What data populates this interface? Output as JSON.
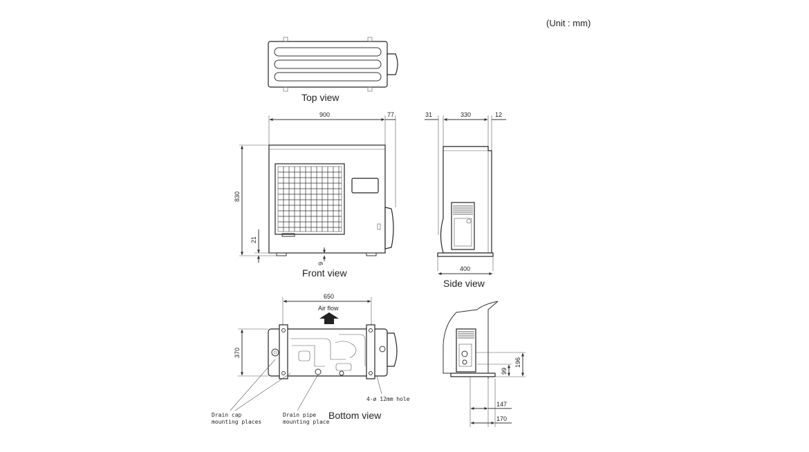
{
  "unit_label": "(Unit : mm)",
  "views": {
    "top": {
      "caption": "Top view"
    },
    "front": {
      "caption": "Front view",
      "dims": {
        "width": "900",
        "protrusion": "77",
        "height": "830",
        "foot": "21",
        "gap": "9"
      }
    },
    "side": {
      "caption": "Side view",
      "dims": {
        "left": "31",
        "depth": "330",
        "right": "12",
        "base": "400"
      }
    },
    "bottom": {
      "caption": "Bottom view",
      "air_flow": "Air flow",
      "dims": {
        "span": "650",
        "depth": "370"
      },
      "notes": {
        "hole": "4-ø 12mm hole",
        "drain_cap_1": "Drain cap",
        "drain_cap_2": "mounting places",
        "drain_pipe_1": "Drain pipe",
        "drain_pipe_2": "mounting place"
      }
    },
    "detail": {
      "dims": {
        "d196": "196",
        "d99": "99",
        "d147": "147",
        "d170": "170"
      }
    }
  }
}
